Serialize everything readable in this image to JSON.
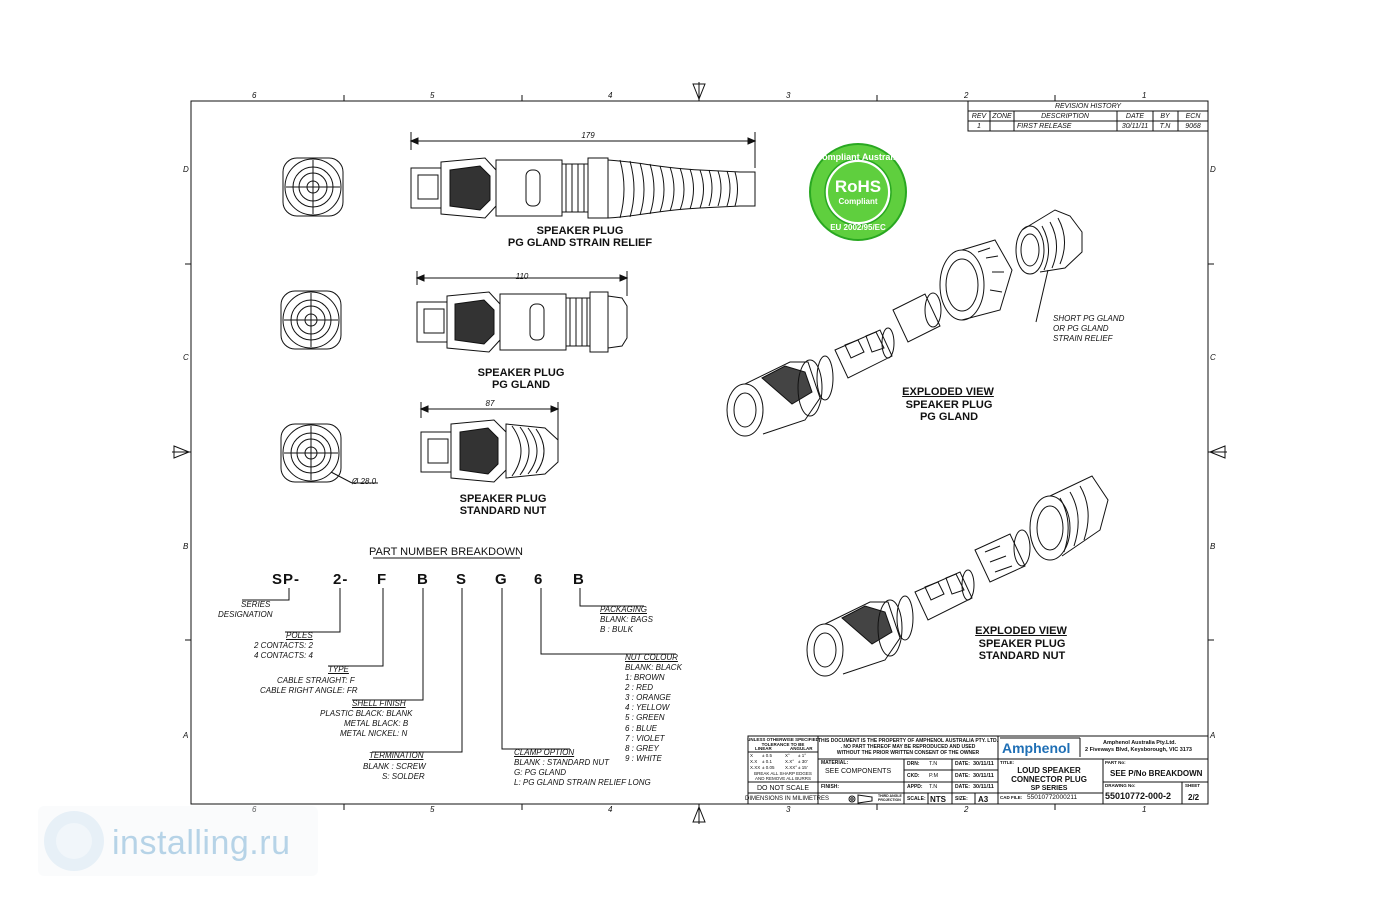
{
  "border": {
    "col_labels_top": [
      "6",
      "5",
      "4",
      "3",
      "2",
      "1"
    ],
    "col_labels_bottom": [
      "6",
      "5",
      "4",
      "3",
      "2",
      "1"
    ],
    "row_labels": [
      "D",
      "C",
      "B",
      "A"
    ]
  },
  "revision_history": {
    "title": "REVISION HISTORY",
    "headers": [
      "REV",
      "ZONE",
      "DESCRIPTION",
      "DATE",
      "BY",
      "ECN"
    ],
    "rows": [
      [
        "1",
        "",
        "FIRST RELEASE",
        "30/11/11",
        "T.N",
        "9068"
      ]
    ]
  },
  "views": {
    "v1": {
      "dim": "179",
      "label1": "SPEAKER PLUG",
      "label2": "PG GLAND STRAIN RELIEF"
    },
    "v2": {
      "dim": "110",
      "label1": "SPEAKER PLUG",
      "label2": "PG GLAND"
    },
    "v3": {
      "dim": "87",
      "label1": "SPEAKER PLUG",
      "label2": "STANDARD NUT",
      "diameter": "Ø 28.0"
    }
  },
  "rohs": {
    "top": "Compliant Australia",
    "middle": "RoHS",
    "small": "Compliant",
    "bottom": "EU 2002/95/EC"
  },
  "exploded1": {
    "title": "EXPLODED VIEW",
    "l1": "SPEAKER PLUG",
    "l2": "PG GLAND",
    "note": [
      "SHORT PG GLAND",
      "OR PG GLAND",
      "STRAIN RELIEF"
    ]
  },
  "exploded2": {
    "title": "EXPLODED VIEW",
    "l1": "SPEAKER PLUG",
    "l2": "STANDARD NUT"
  },
  "part_number": {
    "title": "PART NUMBER BREAKDOWN",
    "codes": [
      "SP-",
      "2-",
      "F",
      "B",
      "S",
      "G",
      "6",
      "B"
    ],
    "series": [
      "SERIES",
      "DESIGNATION"
    ],
    "poles": {
      "title": "POLES",
      "items": [
        "2 CONTACTS: 2",
        "4 CONTACTS: 4"
      ]
    },
    "type": {
      "title": "TYPE",
      "items": [
        "CABLE STRAIGHT: F",
        "CABLE RIGHT ANGLE: FR"
      ]
    },
    "shell": {
      "title": "SHELL FINISH",
      "items": [
        "PLASTIC BLACK: BLANK",
        "METAL BLACK: B",
        "METAL NICKEL: N"
      ]
    },
    "termination": {
      "title": "TERMINATION",
      "items": [
        "BLANK : SCREW",
        "S: SOLDER"
      ]
    },
    "clamp": {
      "title": "CLAMP OPTION",
      "items": [
        "BLANK :  STANDARD NUT",
        "G: PG GLAND",
        "L: PG GLAND STRAIN RELIEF LONG"
      ]
    },
    "nut": {
      "title": "NUT COLOUR",
      "items": [
        "BLANK: BLACK",
        "1: BROWN",
        "2 : RED",
        "3 : ORANGE",
        "4 : YELLOW",
        "5 : GREEN",
        "6 : BLUE",
        "7 : VIOLET",
        "8 : GREY",
        "9 : WHITE"
      ]
    },
    "packaging": {
      "title": "PACKAGING",
      "items": [
        "BLANK: BAGS",
        "B : BULK"
      ]
    }
  },
  "title_block": {
    "tol_title": [
      "UNLESS OTHERWISE SPECIFIED",
      "TOLERANCE TO BE"
    ],
    "tol_head": [
      "LINEAR",
      "ANGULAR"
    ],
    "tol_rows": [
      [
        "X",
        "± 0.5",
        "X°",
        "± 1°"
      ],
      [
        "X.X",
        "± 0.1",
        "X.X°",
        "± 30'"
      ],
      [
        "X.XX",
        "± 0.05",
        "X.XX°",
        "± 15'"
      ]
    ],
    "break_edges": [
      "BREAK ALL SHARP EDGES",
      "AND REMOVE ALL BURRS"
    ],
    "do_not_scale": "DO NOT SCALE",
    "dimensions": "DIMENSIONS IN MILIMETRES",
    "projection": [
      "THIRD ANGLE",
      "PROJECTION"
    ],
    "property": [
      "THIS DOCUMENT IS THE PROPERTY OF AMPHENOL AUSTRALIA PTY. LTD.",
      ". NO PART THEREOF MAY BE REPRODUCED AND USED",
      "WITHOUT THE PRIOR WRITTEN CONSENT OF THE OWNER"
    ],
    "material_label": "MATERIAL:",
    "material_value": "SEE COMPONENTS",
    "finish_label": "FINISH:",
    "drn_label": "DRN:",
    "drn": "T.N",
    "ckd_label": "CKD:",
    "ckd": "P.M",
    "appd_label": "APPD:",
    "appd": "T.N",
    "date_label": "DATE:",
    "date1": "30/11/11",
    "date2": "30/11/11",
    "date3": "30/11/11",
    "scale_label": "SCALE:",
    "scale": "NTS",
    "size_label": "SIZE:",
    "size": "A3",
    "company": "Amphenol",
    "company_full": "Amphenol Australia Pty.Ltd.",
    "address": "2 Fiveways Blvd, Keysborough, VIC 3173",
    "title_label": "TITLE:",
    "title": [
      "LOUD SPEAKER",
      "CONNECTOR PLUG",
      "SP SERIES"
    ],
    "part_no_label": "PART No:",
    "part_no": "SEE P/No BREAKDOWN",
    "drawing_no_label": "DRAWING No:",
    "drawing_no": "55010772-000-2",
    "sheet_label": "SHEET",
    "sheet": "2/2",
    "cad_label": "CAD FILE:",
    "cad": "550107720002​11"
  },
  "watermark": {
    "text": "installing.ru"
  }
}
